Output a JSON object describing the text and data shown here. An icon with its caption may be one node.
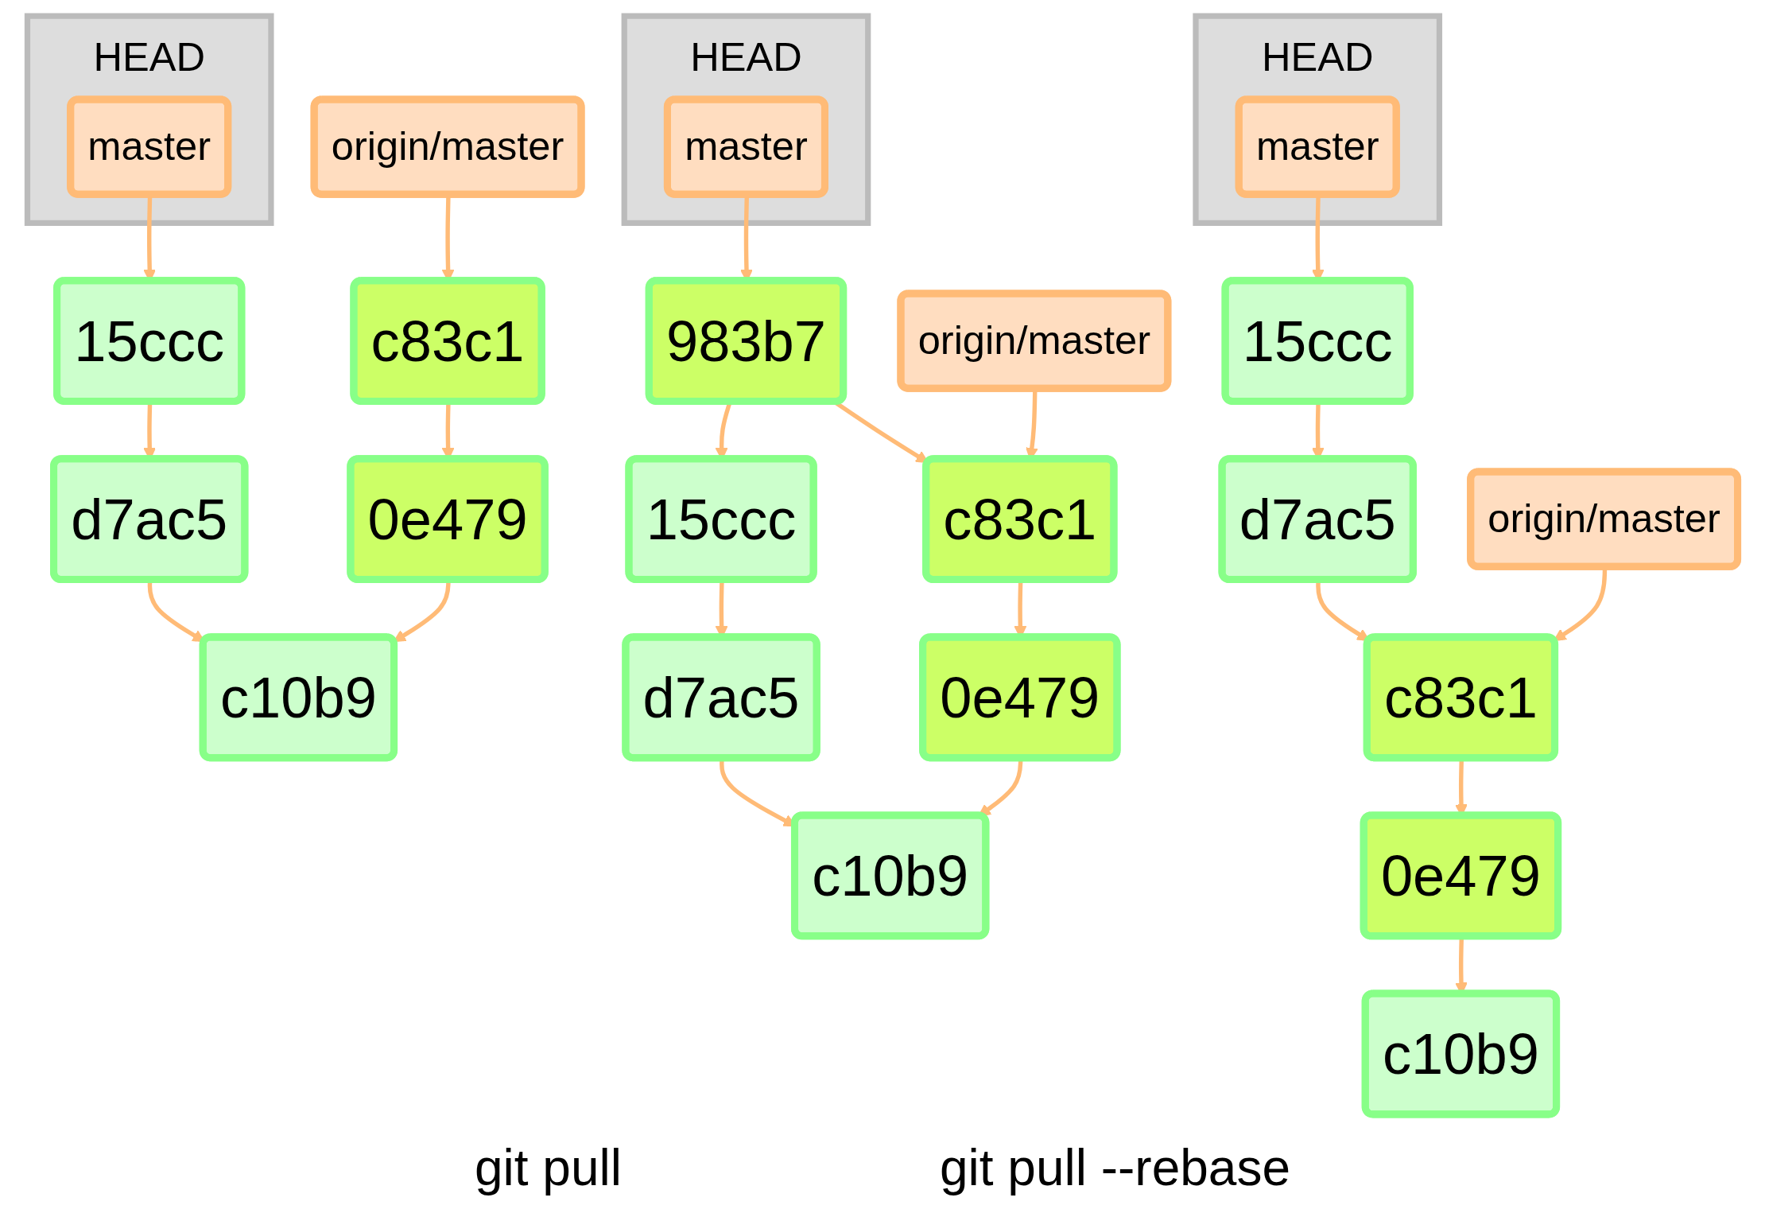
{
  "diagram": {
    "nodes": [
      {
        "text": [
          "HEAD"
        ]
      },
      {
        "text": [
          "master"
        ],
        "in": 0
      },
      {
        "text": [
          "15ccc"
        ]
      },
      {
        "text": [
          "d7ac5"
        ]
      },
      {
        "text": [
          "c10b9"
        ]
      },
      {
        "text": [
          "c83c1"
        ]
      },
      {
        "text": [
          "0e479"
        ]
      },
      {
        "text": [
          "origin/master"
        ]
      },
      {
        "text": [
          "HEAD"
        ]
      },
      {
        "text": [
          "master"
        ],
        "in": 8
      },
      {
        "text": [
          "983b7"
        ]
      },
      {
        "text": [
          "15ccc"
        ]
      },
      {
        "text": [
          "d7ac5"
        ]
      },
      {
        "text": [
          "c10b9"
        ]
      },
      {
        "text": [
          "c83c1"
        ]
      },
      {
        "text": [
          "0e479"
        ]
      },
      {
        "text": [
          "origin/master"
        ]
      },
      {
        "text": [
          "HEAD"
        ]
      },
      {
        "text": [
          "master"
        ],
        "in": 17
      },
      {
        "text": [
          "15ccc"
        ]
      },
      {
        "text": [
          "d7ac5"
        ]
      },
      {
        "text": [
          "c83c1"
        ]
      },
      {
        "text": [
          "0e479"
        ]
      },
      {
        "text": [
          "c10b9"
        ]
      },
      {
        "text": [
          "origin/master"
        ]
      }
    ],
    "edges": [
      {
        "from": 1,
        "to": 2,
        "arrow": "to"
      },
      {
        "from": 2,
        "to": 3,
        "arrow": "to"
      },
      {
        "from": 3,
        "to": 4,
        "arrow": "to"
      },
      {
        "from": 7,
        "to": 5,
        "arrow": "to"
      },
      {
        "from": 5,
        "to": 6,
        "arrow": "to"
      },
      {
        "from": 6,
        "to": 4,
        "arrow": "to"
      },
      {
        "from": 9,
        "to": 10,
        "arrow": "to"
      },
      {
        "from": 10,
        "to": 11,
        "arrow": "to"
      },
      {
        "from": 10,
        "to": 14,
        "arrow": "to"
      },
      {
        "from": 11,
        "to": 12,
        "arrow": "to"
      },
      {
        "from": 12,
        "to": 13,
        "arrow": "to"
      },
      {
        "from": 16,
        "to": 14,
        "arrow": "to"
      },
      {
        "from": 14,
        "to": 15,
        "arrow": "to"
      },
      {
        "from": 15,
        "to": 13,
        "arrow": "to"
      },
      {
        "from": 18,
        "to": 19,
        "arrow": "to"
      },
      {
        "from": 19,
        "to": 20,
        "arrow": "to"
      },
      {
        "from": 20,
        "to": 21,
        "arrow": "to"
      },
      {
        "from": 24,
        "to": 21,
        "arrow": "to"
      },
      {
        "from": 21,
        "to": 22,
        "arrow": "to"
      },
      {
        "from": 22,
        "to": 23,
        "arrow": "to"
      }
    ],
    "labels": [
      "git pull",
      "git pull --rebase"
    ]
  }
}
